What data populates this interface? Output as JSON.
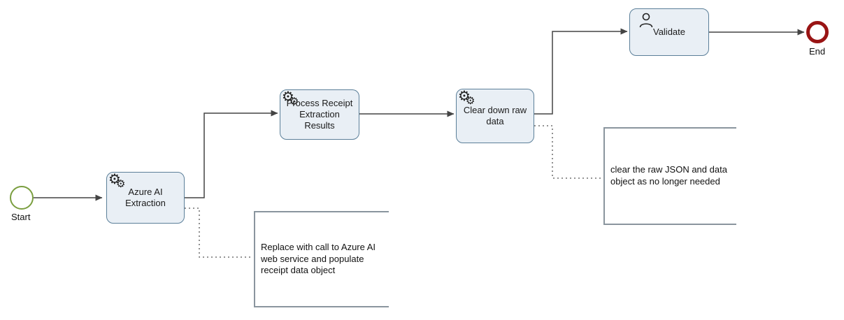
{
  "diagram": {
    "type": "bpmn-process",
    "start_event": {
      "label": "Start"
    },
    "end_event": {
      "label": "End"
    },
    "tasks": [
      {
        "label": "Azure AI Extraction",
        "icon": "gears-icon",
        "type": "service-task"
      },
      {
        "label": "Process Receipt Extraction Results",
        "icon": "gears-icon",
        "type": "service-task"
      },
      {
        "label": "Clear down raw data",
        "icon": "gears-icon",
        "type": "service-task"
      },
      {
        "label": "Validate",
        "icon": "user-icon",
        "type": "user-task"
      }
    ],
    "annotations": [
      {
        "text": "Replace with call to Azure AI web service and populate receipt data object"
      },
      {
        "text": "clear the raw JSON and data object as no longer needed"
      }
    ],
    "flows": [
      "start-to-azure-ai-extraction",
      "azure-ai-extraction-to-process-receipt",
      "process-receipt-to-clear-down",
      "clear-down-to-validate",
      "validate-to-end"
    ],
    "associations": [
      "azure-ai-extraction-to-annotation-1",
      "clear-down-to-annotation-2"
    ],
    "colors": {
      "task_fill": "#e9eff5",
      "task_border": "#5b7f99",
      "start_border": "#7a9e3f",
      "end_border": "#991414",
      "line": "#444444",
      "annotation_border": "#8a959e"
    },
    "icons": {
      "gears": "⚙"
    }
  }
}
